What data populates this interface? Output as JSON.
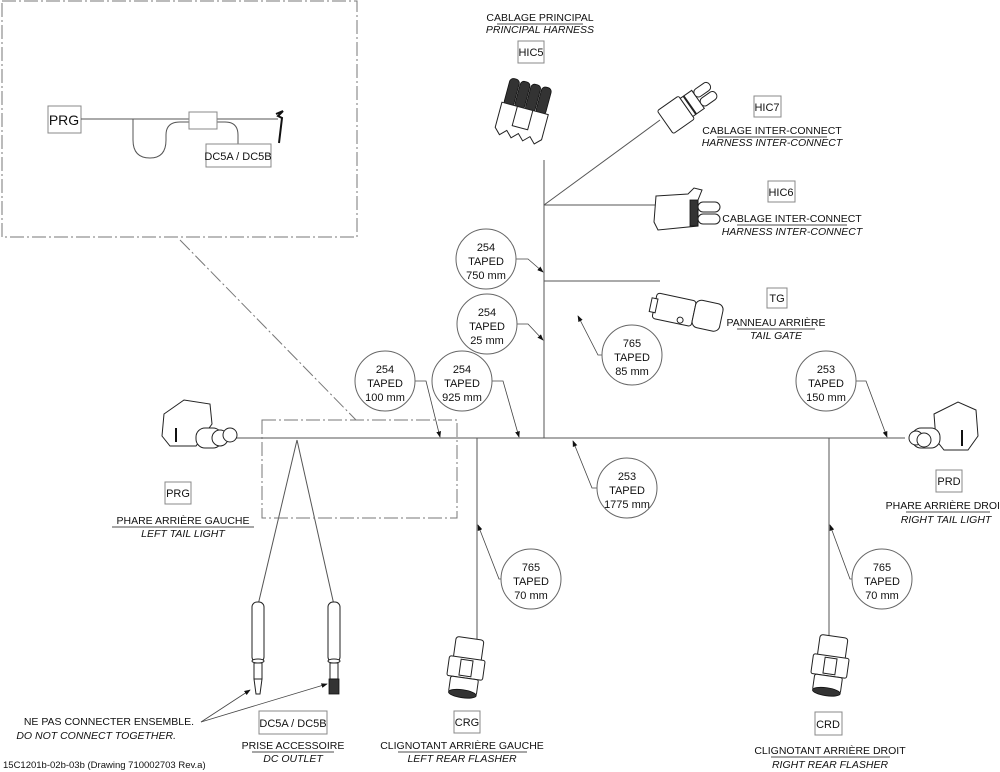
{
  "connectors": {
    "hic5": {
      "code": "HIC5",
      "label_fr": "CABLAGE PRINCIPAL",
      "label_en": "PRINCIPAL HARNESS"
    },
    "hic7": {
      "code": "HIC7",
      "label_fr": "CABLAGE INTER-CONNECT",
      "label_en": "HARNESS INTER-CONNECT"
    },
    "hic6": {
      "code": "HIC6",
      "label_fr": "CABLAGE INTER-CONNECT",
      "label_en": "HARNESS INTER-CONNECT"
    },
    "tg": {
      "code": "TG",
      "label_fr": "PANNEAU ARRIÈRE",
      "label_en": "TAIL GATE"
    },
    "prg": {
      "code": "PRG",
      "label_fr": "PHARE ARRIÈRE GAUCHE",
      "label_en": "LEFT TAIL LIGHT"
    },
    "prd": {
      "code": "PRD",
      "label_fr": "PHARE ARRIÈRE DROIT",
      "label_en": "RIGHT TAIL LIGHT"
    },
    "crg": {
      "code": "CRG",
      "label_fr": "CLIGNOTANT ARRIÈRE GAUCHE",
      "label_en": "LEFT REAR FLASHER"
    },
    "crd": {
      "code": "CRD",
      "label_fr": "CLIGNOTANT ARRIÈRE DROIT",
      "label_en": "RIGHT REAR FLASHER"
    },
    "dc5": {
      "code": "DC5A / DC5B",
      "label_fr": "PRISE ACCESSOIRE",
      "label_en": "DC OUTLET"
    }
  },
  "tape_callouts": [
    {
      "id": "c750",
      "code": "254",
      "type": "TAPED",
      "length": "750 mm"
    },
    {
      "id": "c25",
      "code": "254",
      "type": "TAPED",
      "length": "25 mm"
    },
    {
      "id": "c85",
      "code": "765",
      "type": "TAPED",
      "length": "85 mm"
    },
    {
      "id": "c100",
      "code": "254",
      "type": "TAPED",
      "length": "100 mm"
    },
    {
      "id": "c925",
      "code": "254",
      "type": "TAPED",
      "length": "925 mm"
    },
    {
      "id": "c150",
      "code": "253",
      "type": "TAPED",
      "length": "150 mm"
    },
    {
      "id": "c1775",
      "code": "253",
      "type": "TAPED",
      "length": "1775 mm"
    },
    {
      "id": "c70l",
      "code": "765",
      "type": "TAPED",
      "length": "70 mm"
    },
    {
      "id": "c70r",
      "code": "765",
      "type": "TAPED",
      "length": "70 mm"
    }
  ],
  "detail_view": {
    "left_code": "PRG",
    "right_code": "DC5A / DC5B"
  },
  "note": {
    "fr": "NE PAS CONNECTER ENSEMBLE.",
    "en": "DO NOT CONNECT TOGETHER."
  },
  "footer": {
    "drawing_ref": "15C1201b-02b-03b (Drawing 710002703 Rev.a)"
  }
}
